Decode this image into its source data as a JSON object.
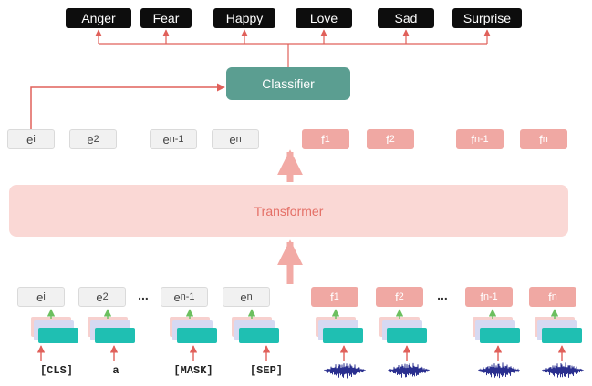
{
  "emotions": [
    "Anger",
    "Fear",
    "Happy",
    "Love",
    "Sad",
    "Surprise"
  ],
  "classifier": "Classifier",
  "transformer": "Transformer",
  "text_outputs": [
    {
      "base": "e",
      "sub": "i"
    },
    {
      "base": "e",
      "sub": "2"
    },
    {
      "base": "e",
      "sub": "n-1"
    },
    {
      "base": "e",
      "sub": "n"
    }
  ],
  "audio_outputs": [
    {
      "base": "f",
      "sub": "1"
    },
    {
      "base": "f",
      "sub": "2"
    },
    {
      "base": "f",
      "sub": "n-1"
    },
    {
      "base": "f",
      "sub": "n"
    }
  ],
  "text_inputs": [
    {
      "base": "e",
      "sub": "i"
    },
    {
      "base": "e",
      "sub": "2"
    },
    {
      "base": "e",
      "sub": "n-1"
    },
    {
      "base": "e",
      "sub": "n"
    }
  ],
  "audio_inputs": [
    {
      "base": "f",
      "sub": "1"
    },
    {
      "base": "f",
      "sub": "2"
    },
    {
      "base": "f",
      "sub": "n-1"
    },
    {
      "base": "f",
      "sub": "n"
    }
  ],
  "ellipsis": "...",
  "tokens": [
    "[CLS]",
    "a",
    "[MASK]",
    "[SEP]"
  ],
  "colors": {
    "emotion_box": "#0d0d0d",
    "classifier": "#5b9e91",
    "transformer_fill": "#fad8d5",
    "transformer_text": "#e46f66",
    "audio_token": "#f0a8a3",
    "text_token": "#f1f1f1",
    "red_arrow": "#e0605a",
    "green_arrow": "#6cbf5f",
    "embedding_teal": "#1fbfb2",
    "waveform": "#2a2f8f"
  }
}
